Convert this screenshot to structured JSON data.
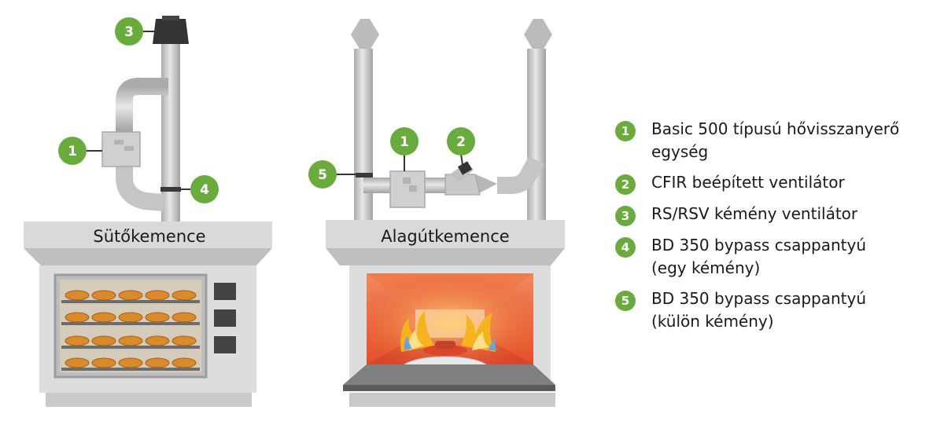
{
  "ovens": {
    "left_label": "Sütőkemence",
    "right_label": "Alagútkemence"
  },
  "badges": {
    "b1": "1",
    "b2": "2",
    "b3": "3",
    "b4": "4",
    "b5": "5"
  },
  "legend": [
    {
      "num": "1",
      "lines": [
        "Basic 500 típusú hővisszanyerő",
        "egység"
      ]
    },
    {
      "num": "2",
      "lines": [
        "CFIR beépített ventilátor"
      ]
    },
    {
      "num": "3",
      "lines": [
        "RS/RSV kémény ventilátor"
      ]
    },
    {
      "num": "4",
      "lines": [
        "BD 350 bypass csappantyú",
        "(egy kémény)"
      ]
    },
    {
      "num": "5",
      "lines": [
        "BD 350 bypass csappantyú",
        "(külön kémény)"
      ]
    }
  ],
  "colors": {
    "accent_green": "#6aab3e",
    "pipe": "#c9cacb",
    "oven_body": "#d4d5d6",
    "fire": "#e8562a"
  }
}
